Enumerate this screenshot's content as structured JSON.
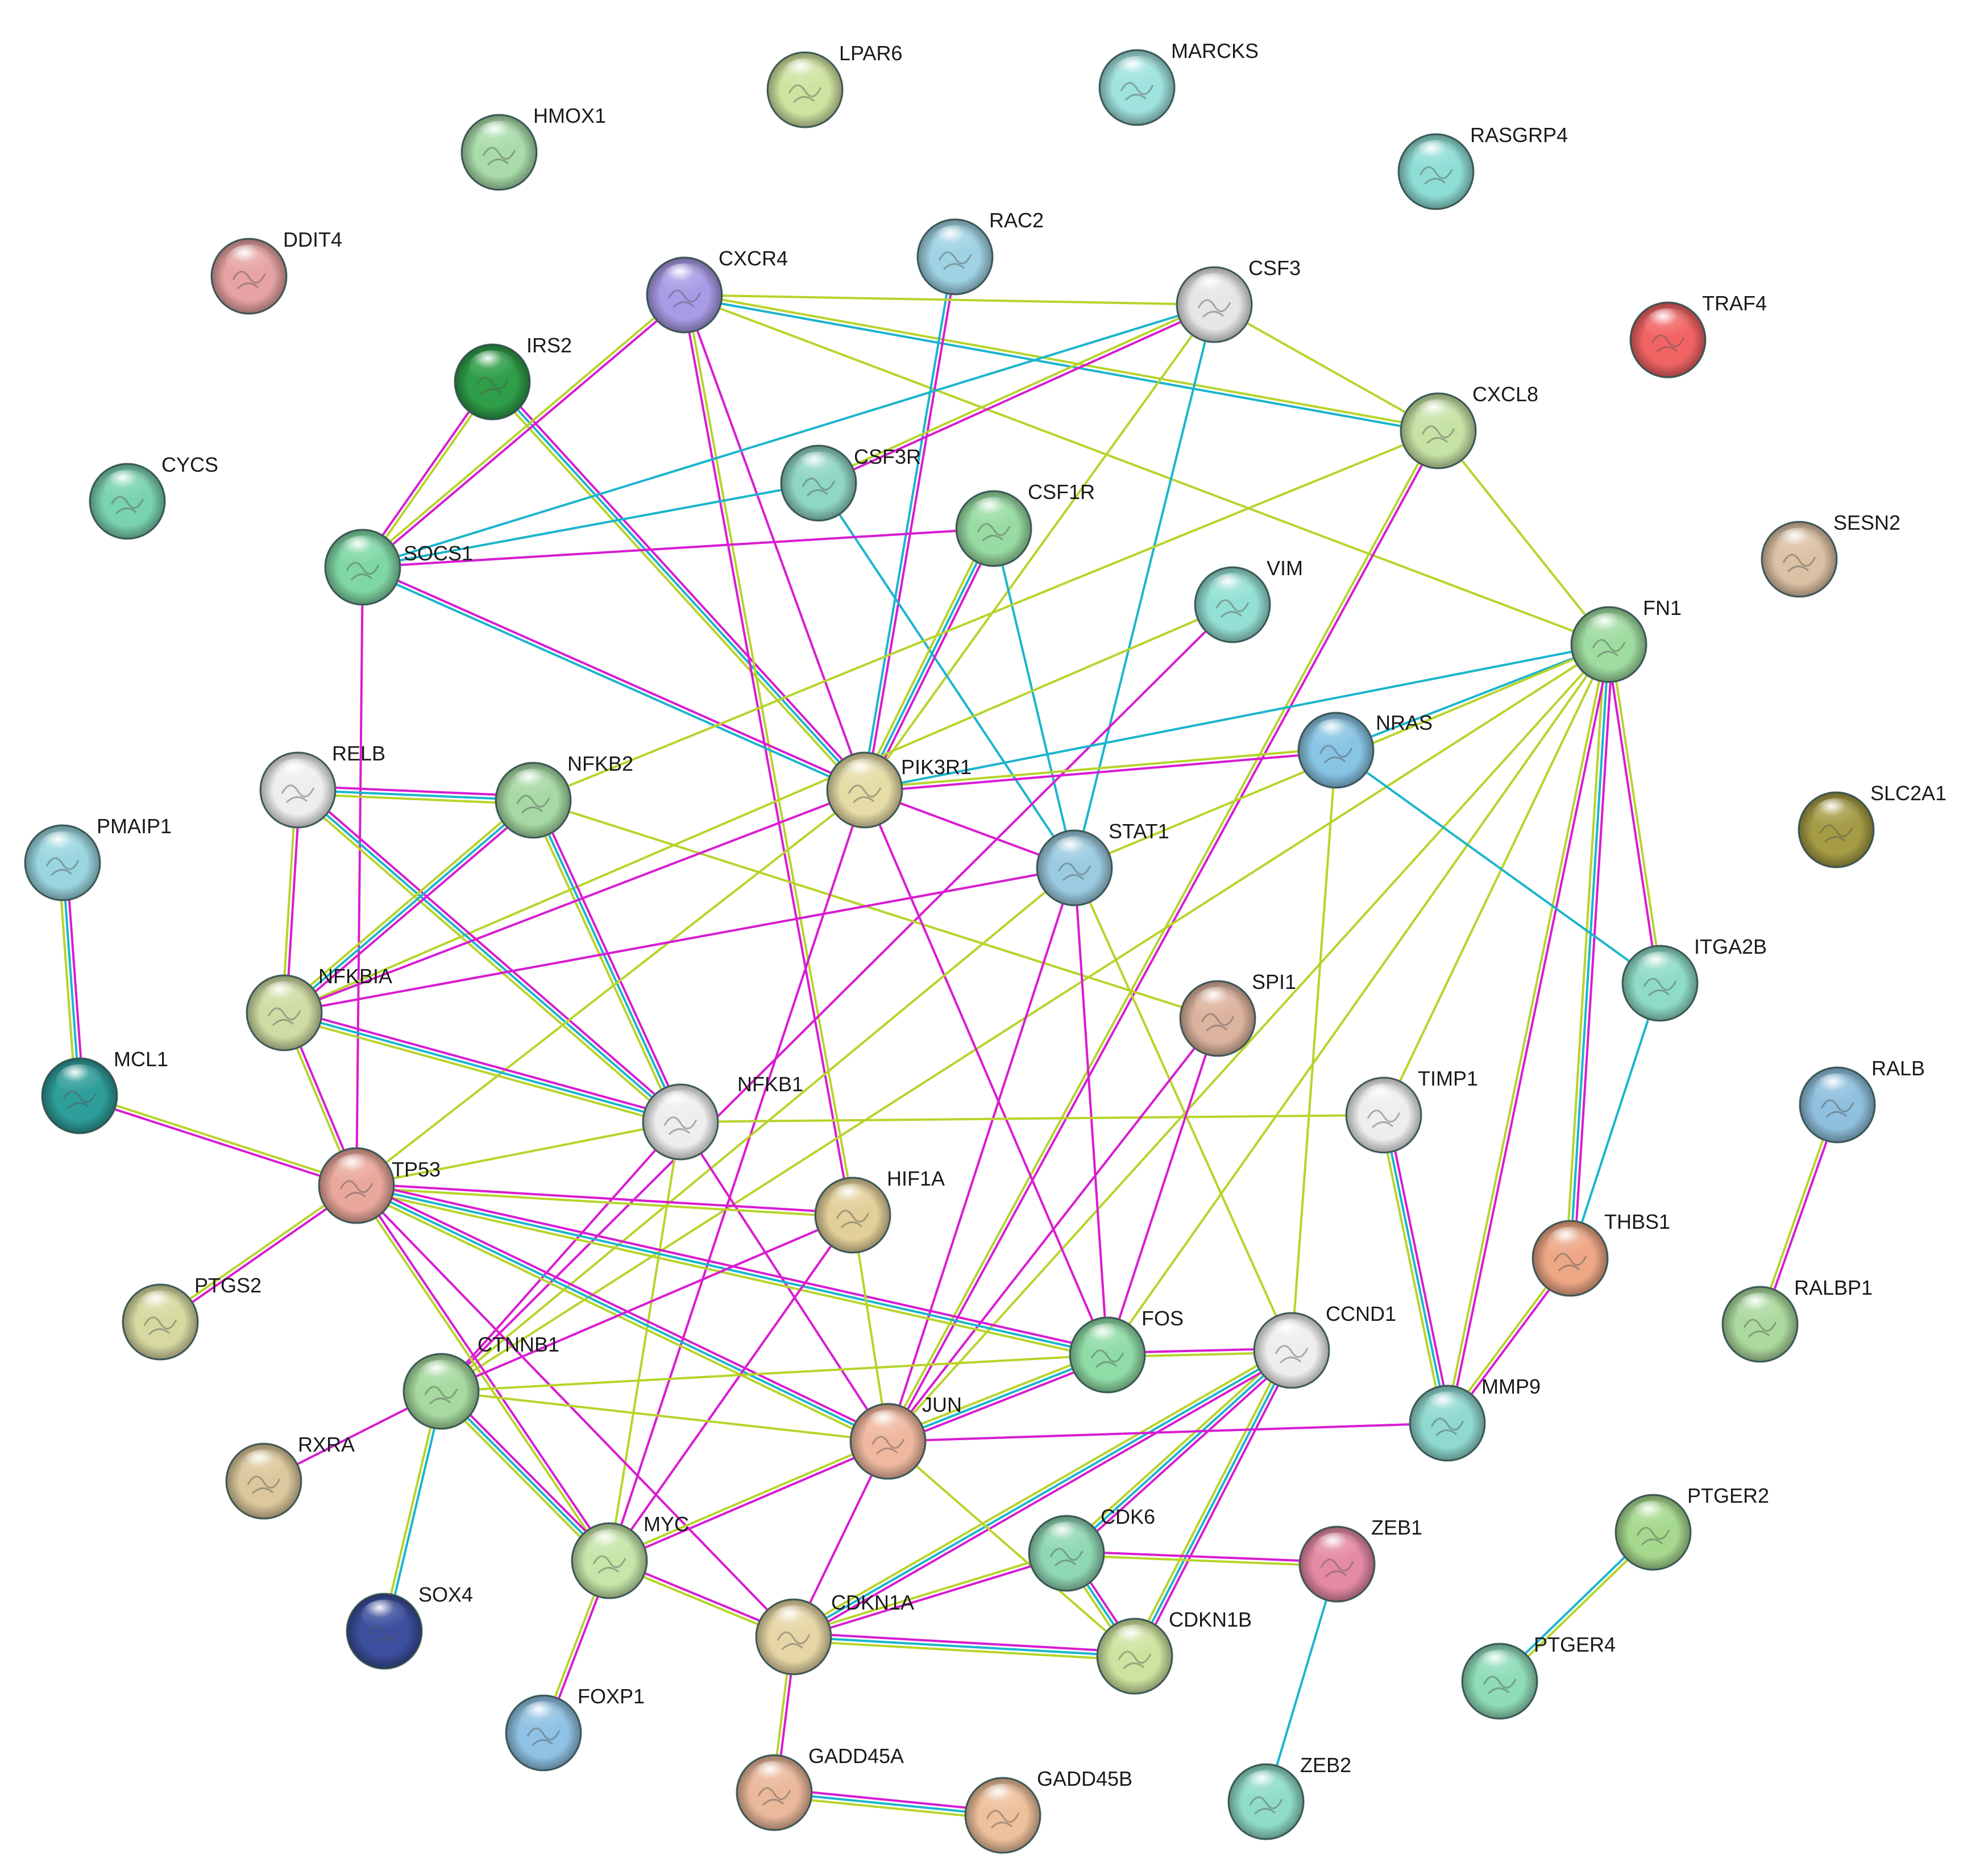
{
  "nodes": [
    {
      "id": "LPAR6",
      "label": "LPAR6",
      "color": "#cfe3a0"
    },
    {
      "id": "MARCKS",
      "label": "MARCKS",
      "color": "#9fe2de"
    },
    {
      "id": "HMOX1",
      "label": "HMOX1",
      "color": "#a9dcaa"
    },
    {
      "id": "RASGRP4",
      "label": "RASGRP4",
      "color": "#8fded6"
    },
    {
      "id": "DDIT4",
      "label": "DDIT4",
      "color": "#e7a3a3"
    },
    {
      "id": "RAC2",
      "label": "RAC2",
      "color": "#9fd2e3"
    },
    {
      "id": "CXCR4",
      "label": "CXCR4",
      "color": "#a99be6"
    },
    {
      "id": "CSF3",
      "label": "CSF3",
      "color": "#e6e6e6"
    },
    {
      "id": "TRAF4",
      "label": "TRAF4",
      "color": "#f26464"
    },
    {
      "id": "IRS2",
      "label": "IRS2",
      "color": "#2e9e48"
    },
    {
      "id": "CXCL8",
      "label": "CXCL8",
      "color": "#c6e2a5"
    },
    {
      "id": "CYCS",
      "label": "CYCS",
      "color": "#7ad3b0"
    },
    {
      "id": "CSF3R",
      "label": "CSF3R",
      "color": "#8fd6c4"
    },
    {
      "id": "CSF1R",
      "label": "CSF1R",
      "color": "#98dca3"
    },
    {
      "id": "SESN2",
      "label": "SESN2",
      "color": "#dcc1a4"
    },
    {
      "id": "SOCS1",
      "label": "SOCS1",
      "color": "#7fd7a5"
    },
    {
      "id": "VIM",
      "label": "VIM",
      "color": "#94e0d4"
    },
    {
      "id": "FN1",
      "label": "FN1",
      "color": "#9fdca0"
    },
    {
      "id": "NRAS",
      "label": "NRAS",
      "color": "#88c4e4"
    },
    {
      "id": "RELB",
      "label": "RELB",
      "color": "#eeeeee"
    },
    {
      "id": "NFKB2",
      "label": "NFKB2",
      "color": "#a6d9a3"
    },
    {
      "id": "PIK3R1",
      "label": "PIK3R1",
      "color": "#e6dca6"
    },
    {
      "id": "SLC2A1",
      "label": "SLC2A1",
      "color": "#a59c45"
    },
    {
      "id": "PMAIP1",
      "label": "PMAIP1",
      "color": "#9ad6e0"
    },
    {
      "id": "STAT1",
      "label": "STAT1",
      "color": "#9bcbe0"
    },
    {
      "id": "NFKBIA",
      "label": "NFKBIA",
      "color": "#cfdca3"
    },
    {
      "id": "ITGA2B",
      "label": "ITGA2B",
      "color": "#8fdcc6"
    },
    {
      "id": "SPI1",
      "label": "SPI1",
      "color": "#dcb39e"
    },
    {
      "id": "RALB",
      "label": "RALB",
      "color": "#8fc0de"
    },
    {
      "id": "MCL1",
      "label": "MCL1",
      "color": "#2e9e9a"
    },
    {
      "id": "TIMP1",
      "label": "TIMP1",
      "color": "#eeeeee"
    },
    {
      "id": "NFKB1",
      "label": "NFKB1",
      "color": "#eeeeee"
    },
    {
      "id": "TP53",
      "label": "TP53",
      "color": "#eaa89c"
    },
    {
      "id": "HIF1A",
      "label": "HIF1A",
      "color": "#e2cf99"
    },
    {
      "id": "THBS1",
      "label": "THBS1",
      "color": "#eda785"
    },
    {
      "id": "PTGS2",
      "label": "PTGS2",
      "color": "#d7d9a0"
    },
    {
      "id": "RALBP1",
      "label": "RALBP1",
      "color": "#acd99d"
    },
    {
      "id": "FOS",
      "label": "FOS",
      "color": "#8fdca6"
    },
    {
      "id": "CCND1",
      "label": "CCND1",
      "color": "#eeeeee"
    },
    {
      "id": "CTNNB1",
      "label": "CTNNB1",
      "color": "#a6da9f"
    },
    {
      "id": "JUN",
      "label": "JUN",
      "color": "#f0b89f"
    },
    {
      "id": "MMP9",
      "label": "MMP9",
      "color": "#8fd9d0"
    },
    {
      "id": "RXRA",
      "label": "RXRA",
      "color": "#dcc89c"
    },
    {
      "id": "PTGER2",
      "label": "PTGER2",
      "color": "#a6d98e"
    },
    {
      "id": "MYC",
      "label": "MYC",
      "color": "#c6e5a9"
    },
    {
      "id": "CDK6",
      "label": "CDK6",
      "color": "#8fd8b4"
    },
    {
      "id": "ZEB1",
      "label": "ZEB1",
      "color": "#e48aa4"
    },
    {
      "id": "SOX4",
      "label": "SOX4",
      "color": "#3c4f9e"
    },
    {
      "id": "CDKN1A",
      "label": "CDKN1A",
      "color": "#e6d6a5"
    },
    {
      "id": "CDKN1B",
      "label": "CDKN1B",
      "color": "#cfe3a0"
    },
    {
      "id": "PTGER4",
      "label": "PTGER4",
      "color": "#8fdcb9"
    },
    {
      "id": "FOXP1",
      "label": "FOXP1",
      "color": "#8fc2e4"
    },
    {
      "id": "GADD45A",
      "label": "GADD45A",
      "color": "#eab89a"
    },
    {
      "id": "GADD45B",
      "label": "GADD45B",
      "color": "#eec09b"
    },
    {
      "id": "ZEB2",
      "label": "ZEB2",
      "color": "#8fdcc8"
    }
  ],
  "edges": [
    {
      "from": "PMAIP1",
      "to": "MCL1",
      "types": [
        "pink",
        "cyan",
        "olive"
      ]
    },
    {
      "from": "MCL1",
      "to": "TP53",
      "types": [
        "olive",
        "pink"
      ]
    },
    {
      "from": "IRS2",
      "to": "SOCS1",
      "types": [
        "olive",
        "pink"
      ]
    },
    {
      "from": "IRS2",
      "to": "PIK3R1",
      "types": [
        "pink",
        "cyan",
        "olive"
      ]
    },
    {
      "from": "CXCR4",
      "to": "SOCS1",
      "types": [
        "pink",
        "olive"
      ]
    },
    {
      "from": "CXCR4",
      "to": "PIK3R1",
      "types": [
        "pink"
      ]
    },
    {
      "from": "CXCR4",
      "to": "HIF1A",
      "types": [
        "olive",
        "pink"
      ]
    },
    {
      "from": "CXCR4",
      "to": "CXCL8",
      "types": [
        "olive",
        "cyan"
      ]
    },
    {
      "from": "CXCR4",
      "to": "FN1",
      "types": [
        "olive"
      ]
    },
    {
      "from": "RAC2",
      "to": "PIK3R1",
      "types": [
        "pink",
        "cyan"
      ]
    },
    {
      "from": "CSF3",
      "to": "SOCS1",
      "types": [
        "cyan"
      ]
    },
    {
      "from": "CSF3",
      "to": "CSF3R",
      "types": [
        "pink",
        "olive"
      ]
    },
    {
      "from": "CSF3",
      "to": "STAT1",
      "types": [
        "cyan"
      ]
    },
    {
      "from": "CSF3",
      "to": "CXCL8",
      "types": [
        "olive"
      ]
    },
    {
      "from": "CSF3",
      "to": "CXCR4",
      "types": [
        "olive"
      ]
    },
    {
      "from": "CSF3",
      "to": "PIK3R1",
      "types": [
        "olive"
      ]
    },
    {
      "from": "CSF3R",
      "to": "SOCS1",
      "types": [
        "cyan"
      ]
    },
    {
      "from": "CSF3R",
      "to": "STAT1",
      "types": [
        "cyan"
      ]
    },
    {
      "from": "CSF1R",
      "to": "SOCS1",
      "types": [
        "pink"
      ]
    },
    {
      "from": "CSF1R",
      "to": "PIK3R1",
      "types": [
        "pink",
        "cyan",
        "olive"
      ]
    },
    {
      "from": "CSF1R",
      "to": "STAT1",
      "types": [
        "cyan"
      ]
    },
    {
      "from": "SOCS1",
      "to": "PIK3R1",
      "types": [
        "pink",
        "cyan"
      ]
    },
    {
      "from": "SOCS1",
      "to": "TP53",
      "types": [
        "pink"
      ]
    },
    {
      "from": "CXCL8",
      "to": "FN1",
      "types": [
        "olive"
      ]
    },
    {
      "from": "CXCL8",
      "to": "NFKB2",
      "types": [
        "olive"
      ]
    },
    {
      "from": "CXCL8",
      "to": "JUN",
      "types": [
        "pink",
        "olive"
      ]
    },
    {
      "from": "VIM",
      "to": "NFKBIA",
      "types": [
        "olive"
      ]
    },
    {
      "from": "VIM",
      "to": "CTNNB1",
      "types": [
        "pink"
      ]
    },
    {
      "from": "FN1",
      "to": "NRAS",
      "types": [
        "cyan"
      ]
    },
    {
      "from": "FN1",
      "to": "PIK3R1",
      "types": [
        "cyan"
      ]
    },
    {
      "from": "FN1",
      "to": "STAT1",
      "types": [
        "olive"
      ]
    },
    {
      "from": "FN1",
      "to": "ITGA2B",
      "types": [
        "olive",
        "pink"
      ]
    },
    {
      "from": "FN1",
      "to": "THBS1",
      "types": [
        "pink",
        "cyan",
        "olive"
      ]
    },
    {
      "from": "FN1",
      "to": "MMP9",
      "types": [
        "pink",
        "olive"
      ]
    },
    {
      "from": "FN1",
      "to": "TIMP1",
      "types": [
        "olive"
      ]
    },
    {
      "from": "FN1",
      "to": "FOS",
      "types": [
        "olive"
      ]
    },
    {
      "from": "FN1",
      "to": "CTNNB1",
      "types": [
        "olive"
      ]
    },
    {
      "from": "FN1",
      "to": "JUN",
      "types": [
        "olive"
      ]
    },
    {
      "from": "NRAS",
      "to": "PIK3R1",
      "types": [
        "pink",
        "olive"
      ]
    },
    {
      "from": "NRAS",
      "to": "ITGA2B",
      "types": [
        "cyan"
      ]
    },
    {
      "from": "NRAS",
      "to": "CCND1",
      "types": [
        "olive"
      ]
    },
    {
      "from": "RELB",
      "to": "NFKB2",
      "types": [
        "pink",
        "cyan",
        "olive"
      ]
    },
    {
      "from": "RELB",
      "to": "NFKBIA",
      "types": [
        "pink",
        "olive"
      ]
    },
    {
      "from": "RELB",
      "to": "NFKB1",
      "types": [
        "pink",
        "cyan",
        "olive"
      ]
    },
    {
      "from": "NFKB2",
      "to": "NFKBIA",
      "types": [
        "pink",
        "cyan",
        "olive"
      ]
    },
    {
      "from": "NFKB2",
      "to": "NFKB1",
      "types": [
        "pink",
        "cyan",
        "olive"
      ]
    },
    {
      "from": "NFKB2",
      "to": "SPI1",
      "types": [
        "olive"
      ]
    },
    {
      "from": "PIK3R1",
      "to": "NFKBIA",
      "types": [
        "pink"
      ]
    },
    {
      "from": "PIK3R1",
      "to": "STAT1",
      "types": [
        "pink"
      ]
    },
    {
      "from": "PIK3R1",
      "to": "FOS",
      "types": [
        "pink"
      ]
    },
    {
      "from": "PIK3R1",
      "to": "TP53",
      "types": [
        "olive"
      ]
    },
    {
      "from": "PIK3R1",
      "to": "MYC",
      "types": [
        "pink"
      ]
    },
    {
      "from": "STAT1",
      "to": "NFKBIA",
      "types": [
        "pink"
      ]
    },
    {
      "from": "STAT1",
      "to": "FOS",
      "types": [
        "pink"
      ]
    },
    {
      "from": "STAT1",
      "to": "JUN",
      "types": [
        "pink"
      ]
    },
    {
      "from": "STAT1",
      "to": "CCND1",
      "types": [
        "olive"
      ]
    },
    {
      "from": "STAT1",
      "to": "CTNNB1",
      "types": [
        "olive"
      ]
    },
    {
      "from": "NFKBIA",
      "to": "NFKB1",
      "types": [
        "pink",
        "cyan",
        "olive"
      ]
    },
    {
      "from": "NFKBIA",
      "to": "TP53",
      "types": [
        "pink",
        "olive"
      ]
    },
    {
      "from": "NFKB1",
      "to": "TP53",
      "types": [
        "olive"
      ]
    },
    {
      "from": "NFKB1",
      "to": "TIMP1",
      "types": [
        "olive"
      ]
    },
    {
      "from": "NFKB1",
      "to": "JUN",
      "types": [
        "pink"
      ]
    },
    {
      "from": "NFKB1",
      "to": "MYC",
      "types": [
        "olive"
      ]
    },
    {
      "from": "NFKB1",
      "to": "CTNNB1",
      "types": [
        "pink"
      ]
    },
    {
      "from": "SPI1",
      "to": "FOS",
      "types": [
        "pink"
      ]
    },
    {
      "from": "SPI1",
      "to": "JUN",
      "types": [
        "pink"
      ]
    },
    {
      "from": "TIMP1",
      "to": "MMP9",
      "types": [
        "pink",
        "cyan",
        "olive"
      ]
    },
    {
      "from": "ITGA2B",
      "to": "THBS1",
      "types": [
        "cyan"
      ]
    },
    {
      "from": "THBS1",
      "to": "MMP9",
      "types": [
        "pink",
        "olive"
      ]
    },
    {
      "from": "TP53",
      "to": "HIF1A",
      "types": [
        "pink",
        "olive"
      ]
    },
    {
      "from": "TP53",
      "to": "FOS",
      "types": [
        "pink",
        "cyan",
        "olive"
      ]
    },
    {
      "from": "TP53",
      "to": "JUN",
      "types": [
        "pink",
        "cyan",
        "olive"
      ]
    },
    {
      "from": "TP53",
      "to": "MYC",
      "types": [
        "pink",
        "olive"
      ]
    },
    {
      "from": "TP53",
      "to": "PTGS2",
      "types": [
        "pink",
        "olive"
      ]
    },
    {
      "from": "TP53",
      "to": "CDKN1A",
      "types": [
        "pink"
      ]
    },
    {
      "from": "HIF1A",
      "to": "JUN",
      "types": [
        "olive"
      ]
    },
    {
      "from": "HIF1A",
      "to": "CTNNB1",
      "types": [
        "pink"
      ]
    },
    {
      "from": "HIF1A",
      "to": "MYC",
      "types": [
        "pink"
      ]
    },
    {
      "from": "FOS",
      "to": "JUN",
      "types": [
        "pink",
        "cyan",
        "olive"
      ]
    },
    {
      "from": "FOS",
      "to": "CCND1",
      "types": [
        "pink",
        "olive"
      ]
    },
    {
      "from": "FOS",
      "to": "CTNNB1",
      "types": [
        "olive"
      ]
    },
    {
      "from": "CCND1",
      "to": "CDK6",
      "types": [
        "pink",
        "cyan",
        "olive"
      ]
    },
    {
      "from": "CCND1",
      "to": "CDKN1A",
      "types": [
        "pink",
        "cyan",
        "olive"
      ]
    },
    {
      "from": "CCND1",
      "to": "CDKN1B",
      "types": [
        "pink",
        "cyan",
        "olive"
      ]
    },
    {
      "from": "CTNNB1",
      "to": "JUN",
      "types": [
        "olive"
      ]
    },
    {
      "from": "CTNNB1",
      "to": "MYC",
      "types": [
        "pink",
        "cyan",
        "olive"
      ]
    },
    {
      "from": "CTNNB1",
      "to": "SOX4",
      "types": [
        "cyan",
        "olive"
      ]
    },
    {
      "from": "CTNNB1",
      "to": "RXRA",
      "types": [
        "pink"
      ]
    },
    {
      "from": "JUN",
      "to": "MMP9",
      "types": [
        "pink"
      ]
    },
    {
      "from": "JUN",
      "to": "MYC",
      "types": [
        "pink",
        "olive"
      ]
    },
    {
      "from": "JUN",
      "to": "CDKN1A",
      "types": [
        "pink"
      ]
    },
    {
      "from": "JUN",
      "to": "CDKN1B",
      "types": [
        "olive"
      ]
    },
    {
      "from": "MYC",
      "to": "CDKN1A",
      "types": [
        "pink",
        "olive"
      ]
    },
    {
      "from": "MYC",
      "to": "FOXP1",
      "types": [
        "pink",
        "olive"
      ]
    },
    {
      "from": "CDK6",
      "to": "CDKN1A",
      "types": [
        "pink",
        "olive"
      ]
    },
    {
      "from": "CDK6",
      "to": "CDKN1B",
      "types": [
        "pink",
        "cyan",
        "olive"
      ]
    },
    {
      "from": "CDK6",
      "to": "ZEB1",
      "types": [
        "pink",
        "olive"
      ]
    },
    {
      "from": "CDKN1A",
      "to": "CDKN1B",
      "types": [
        "pink",
        "cyan",
        "olive"
      ]
    },
    {
      "from": "CDKN1A",
      "to": "GADD45A",
      "types": [
        "pink",
        "olive"
      ]
    },
    {
      "from": "GADD45A",
      "to": "GADD45B",
      "types": [
        "pink",
        "cyan",
        "olive"
      ]
    },
    {
      "from": "ZEB1",
      "to": "ZEB2",
      "types": [
        "cyan"
      ]
    },
    {
      "from": "RALB",
      "to": "RALBP1",
      "types": [
        "pink",
        "olive"
      ]
    },
    {
      "from": "PTGER2",
      "to": "PTGER4",
      "types": [
        "olive",
        "cyan"
      ]
    }
  ],
  "edge_colors": {
    "pink": "#d81cd1",
    "cyan": "#1ab5cc",
    "olive": "#b7d42a"
  }
}
